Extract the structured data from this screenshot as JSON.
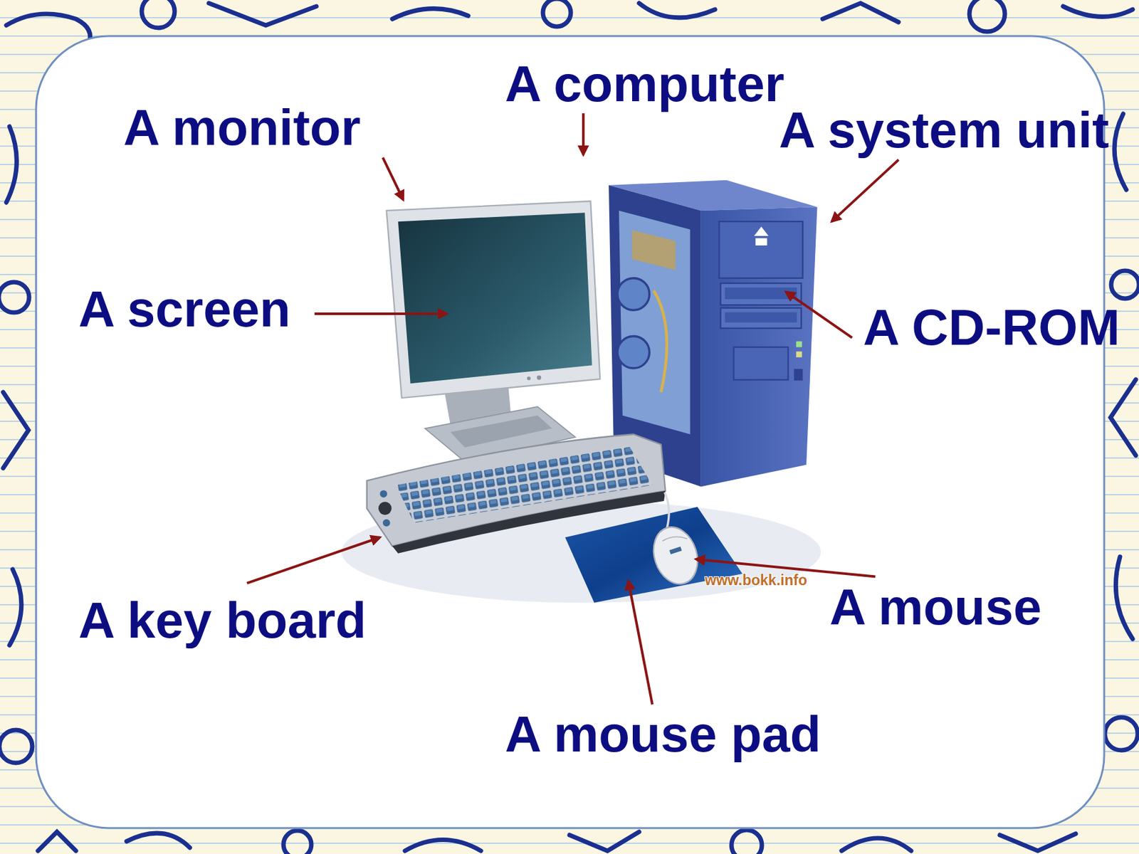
{
  "diagram": {
    "labels": [
      "A computer",
      "A monitor",
      "A system unit",
      "A screen",
      "A CD-ROM",
      "www.bokk.info",
      "A mouse",
      "A key board",
      "A mouse pad"
    ]
  }
}
